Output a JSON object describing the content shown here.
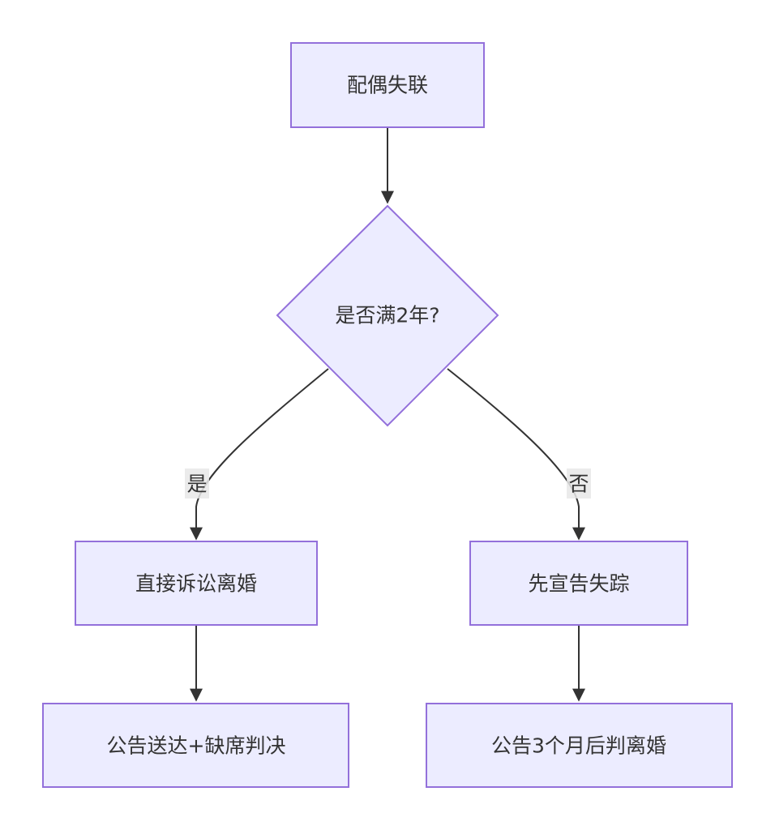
{
  "diagram": {
    "type": "flowchart",
    "colors": {
      "node_fill": "#ECECFF",
      "node_stroke": "#9370DB",
      "edge": "#333333",
      "label_background": "#E8E8E8",
      "text": "#333333"
    },
    "nodes": {
      "spouse_lost": "配偶失联",
      "decision": "是否满2年?",
      "direct_divorce": "直接诉讼离婚",
      "declare_missing": "先宣告失踪",
      "notice_default": "公告送达+缺席判决",
      "notice_3months": "公告3个月后判离婚"
    },
    "edge_labels": {
      "yes": "是",
      "no": "否"
    }
  }
}
